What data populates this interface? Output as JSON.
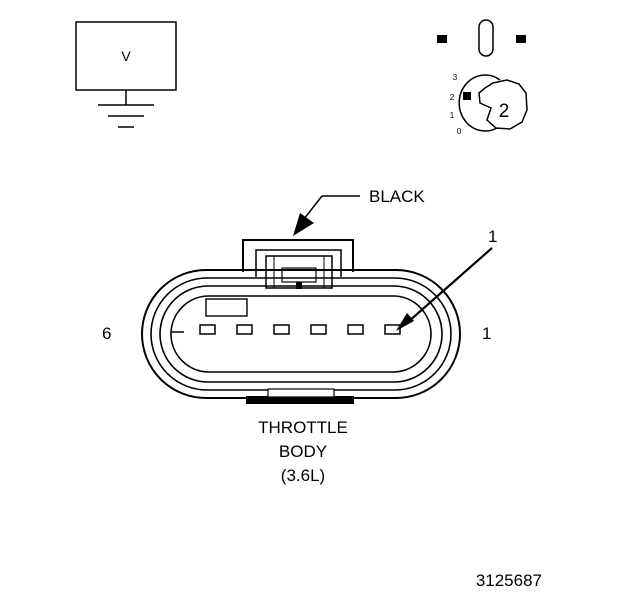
{
  "voltmeter": {
    "label": "V"
  },
  "selector": {
    "positions": [
      "3",
      "2",
      "1",
      "0"
    ],
    "current": "2"
  },
  "connector": {
    "color_label": "BLACK",
    "pointer_label": "1",
    "left_pin_label": "6",
    "right_pin_label": "1",
    "pin_count": 6,
    "name_lines": [
      "THROTTLE",
      "BODY",
      "(3.6L)"
    ]
  },
  "figure_id": "3125687"
}
